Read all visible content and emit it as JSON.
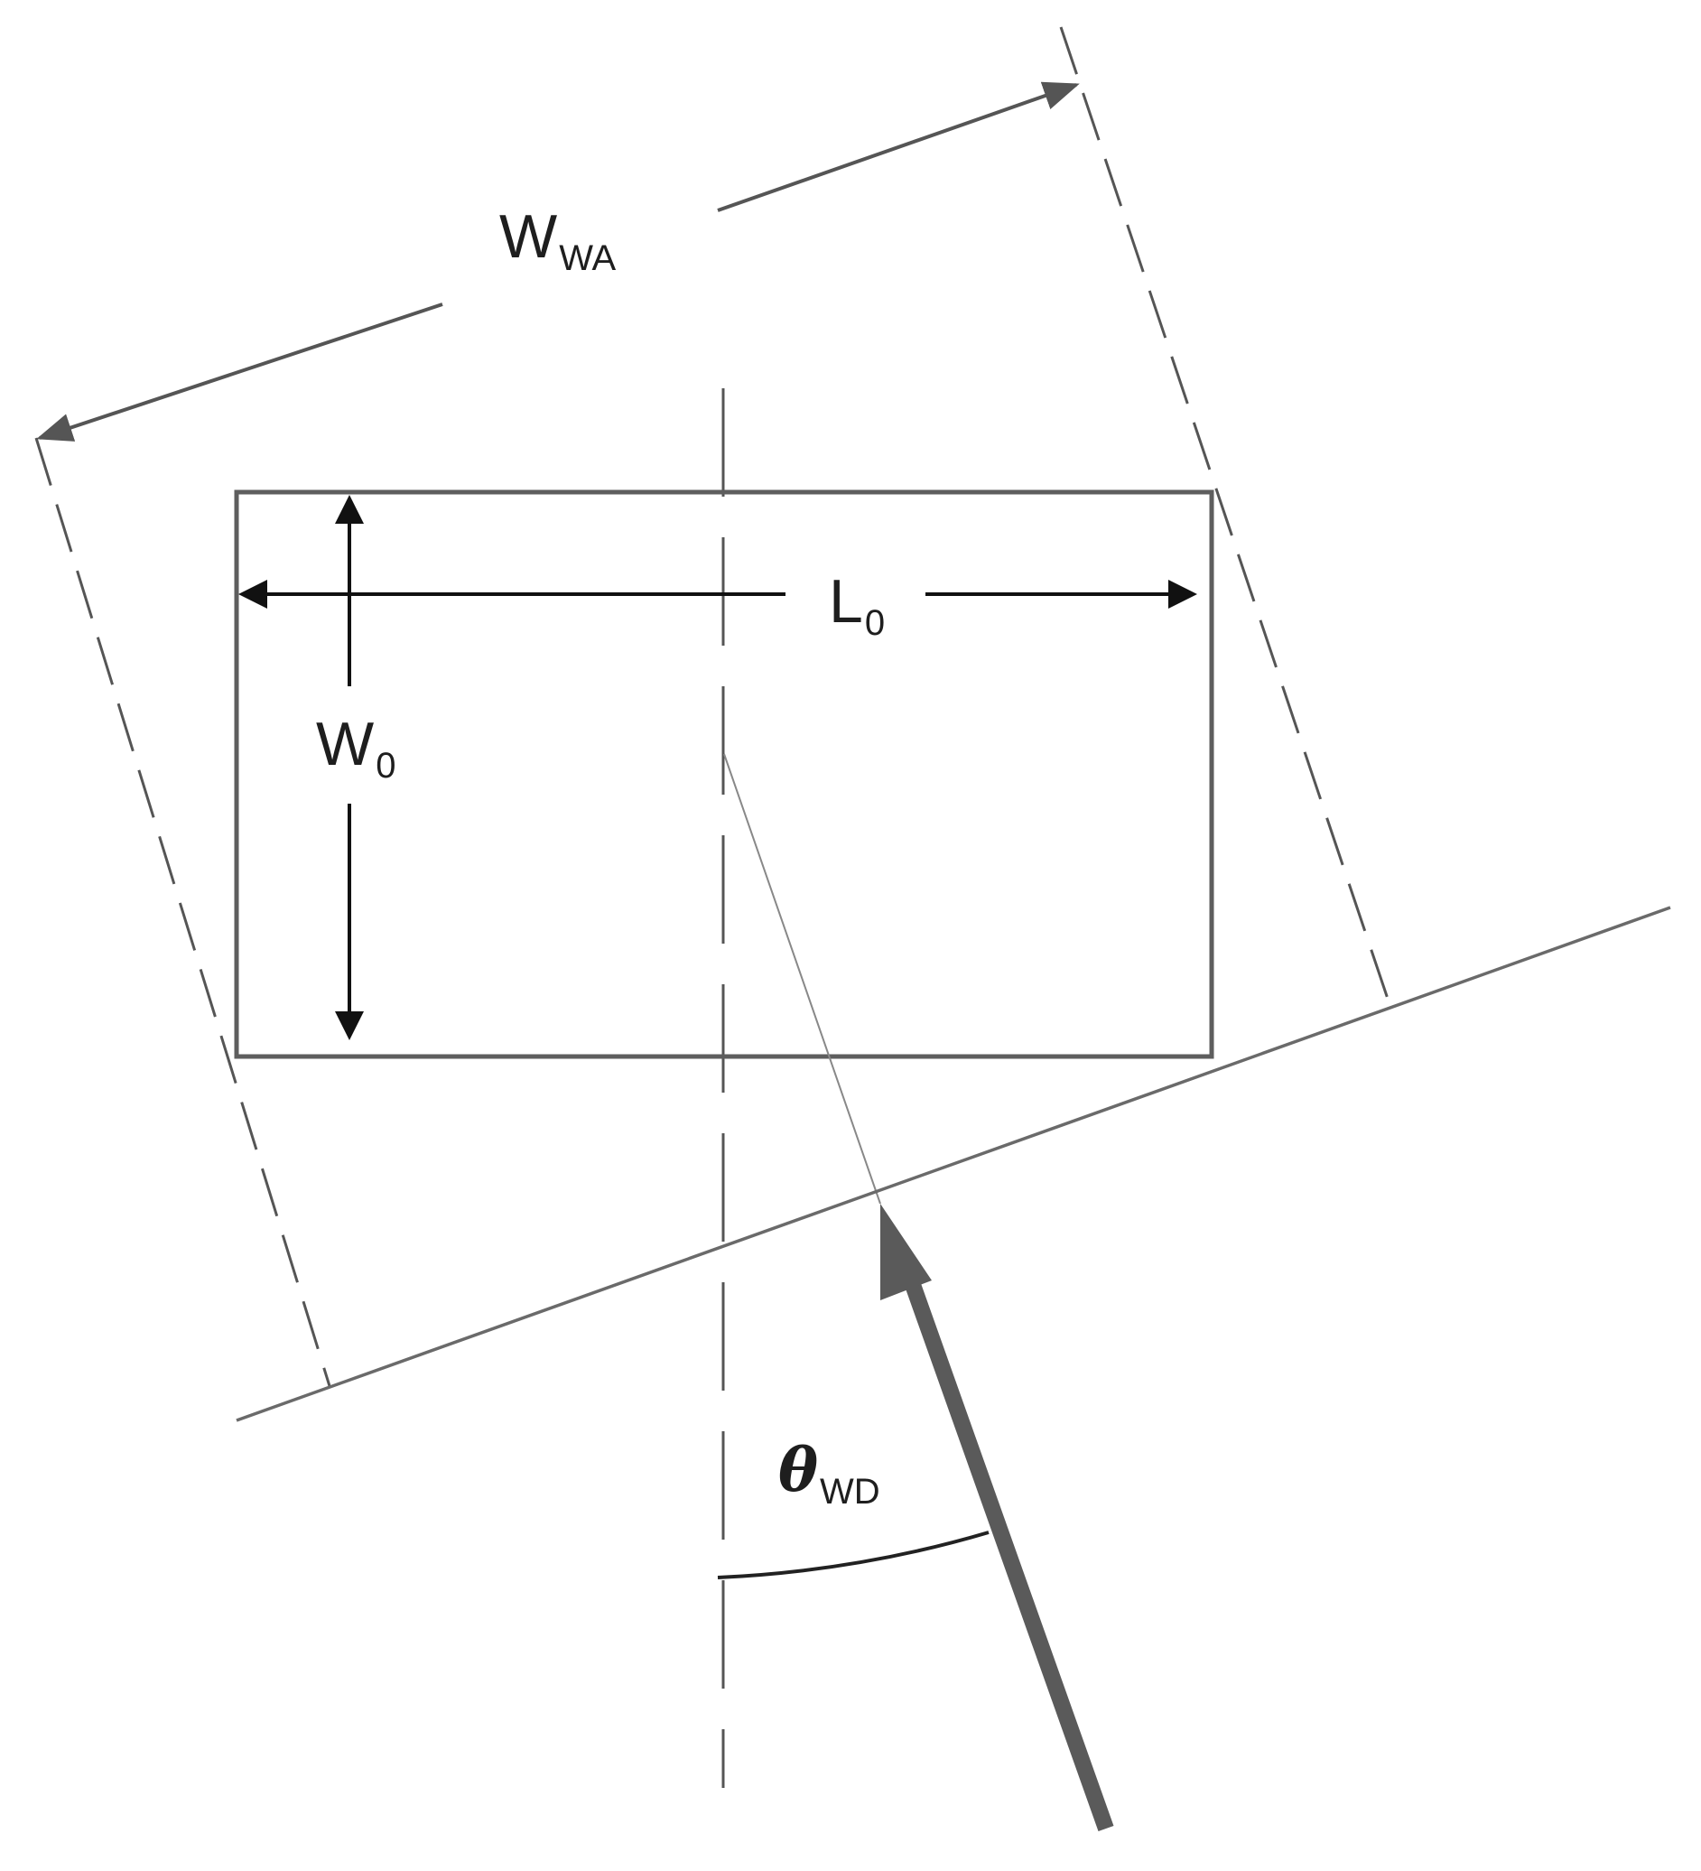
{
  "diagram": {
    "title": "",
    "colors": {
      "line": "#6a6a6a",
      "rect": "#5e5e5e",
      "dimension": "#111111",
      "wind_arrow": "#5a5a5a",
      "background": "#ffffff"
    },
    "labels": {
      "wwa": {
        "main": "W",
        "sub": "WA"
      },
      "l0": {
        "main": "L",
        "sub": "0"
      },
      "w0": {
        "main": "W",
        "sub": "0"
      },
      "theta": {
        "main": "θ",
        "sub": "WD"
      }
    },
    "elements": [
      {
        "id": "building-footprint",
        "kind": "rectangle",
        "width_label": "L0",
        "height_label": "W0"
      },
      {
        "id": "centerline",
        "kind": "dashed-vertical-line"
      },
      {
        "id": "projected-width",
        "kind": "dimension-arrow",
        "label": "WWA"
      },
      {
        "id": "wind-direction-arrow",
        "kind": "arrow",
        "angle_label": "θWD"
      },
      {
        "id": "windward-plane",
        "kind": "slanted-line"
      }
    ]
  }
}
